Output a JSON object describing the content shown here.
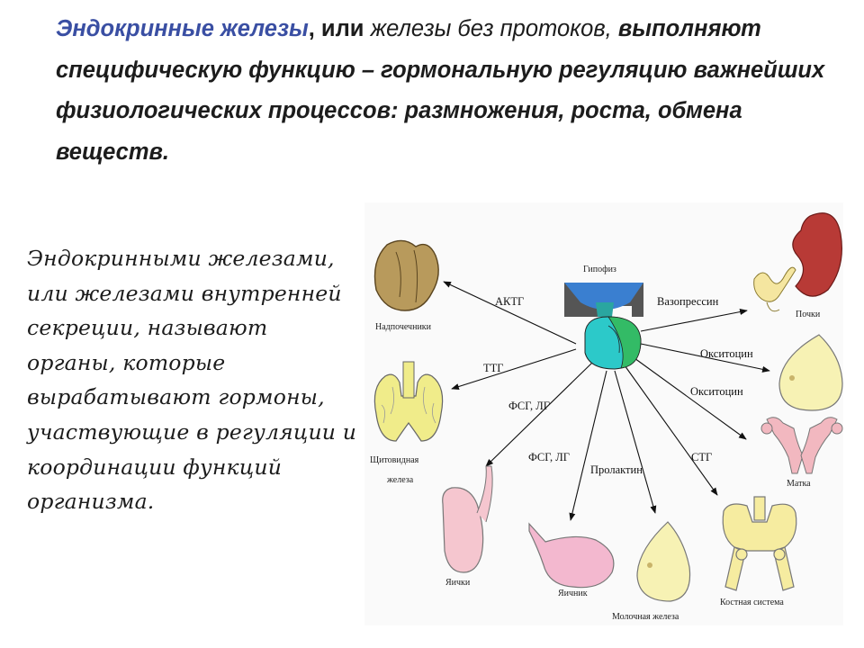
{
  "heading": {
    "term": "Эндокринные железы",
    "sep": ", или ",
    "alt": "железы без протоков,",
    "rest": " выполняют специфическую функцию – гормональную регуляцию важнейших физиологических процессов: размножения, роста, обмена веществ."
  },
  "definition": "Эндокринными железами, или железами внутренней секреции, называют органы, которые вырабатывают гормоны, участвующие в регуляции и координации функций организма.",
  "diagram": {
    "center_label": "Гипофиз",
    "hormones": {
      "actg": "АКТГ",
      "ttg": "ТТГ",
      "fsg_lg_1": "ФСГ, ЛГ",
      "fsg_lg_2": "ФСГ, ЛГ",
      "prolactin": "Пролактин",
      "vasopressin": "Вазопрессин",
      "oxytocin_1": "Окситоцин",
      "oxytocin_2": "Окситоцин",
      "stg": "СТГ"
    },
    "organs": {
      "adrenal": "Надпочечники",
      "thyroid_1": "Щитовидная",
      "thyroid_2": "железа",
      "testes": "Яички",
      "ovary": "Яичник",
      "mammary": "Молочная железа",
      "skeleton": "Костная система",
      "uterus": "Матка",
      "kidneys": "Почки"
    },
    "colors": {
      "adrenal": "#b89a5c",
      "thyroid": "#f0ec8a",
      "testes": "#f5c6cf",
      "ovary": "#f3b8cf",
      "mammary": "#f7f2b4",
      "skeleton": "#f6eca0",
      "uterus": "#f2b8c0",
      "kidney": "#b83a36",
      "pituitary_top": "#3a7fd0",
      "pituitary_green": "#33bb66",
      "pituitary_cyan": "#2cc9c9"
    }
  }
}
